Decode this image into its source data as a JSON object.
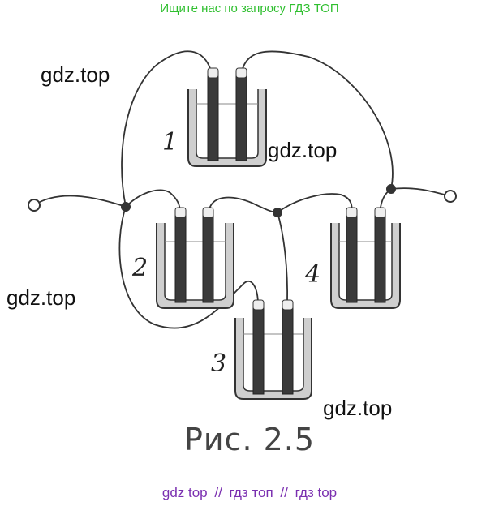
{
  "banner": "Ищите нас по запросу ГДЗ ТОП",
  "watermarks": [
    "gdz.top",
    "gdz.top",
    "gdz.top",
    "gdz.top"
  ],
  "vessel_labels": [
    "1",
    "2",
    "3",
    "4"
  ],
  "caption": "Рис. 2.5",
  "footer": {
    "item1": "gdz top",
    "sep1": "//",
    "item2": "гдз топ",
    "sep2": "//",
    "item3": "гдз top"
  }
}
